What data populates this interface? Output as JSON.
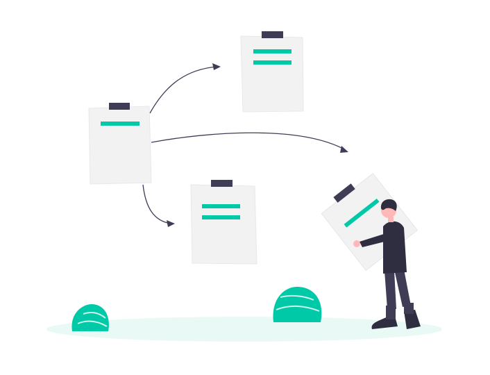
{
  "colors": {
    "background": "#ffffff",
    "paper": "#f2f2f2",
    "paper_edge": "#e6e6e6",
    "clip": "#3f3d56",
    "accent": "#00c9a7",
    "accent_dark": "#00b392",
    "arrow": "#3f3d56",
    "ground": "#e9faf6",
    "skin": "#ffb8b8",
    "hair": "#2f2e41",
    "jacket": "#2f2e41",
    "pants": "#3f3d56",
    "shoes": "#2f2e41"
  },
  "icons": [
    "clipboard-source-icon",
    "clipboard-top-icon",
    "clipboard-bottom-icon",
    "clipboard-carried-icon",
    "arrow-icon",
    "person-icon",
    "bush-icon",
    "ground-shadow"
  ],
  "scene": {
    "description_level": "illustration",
    "clipboards_count": 4,
    "arrows_count": 3
  }
}
